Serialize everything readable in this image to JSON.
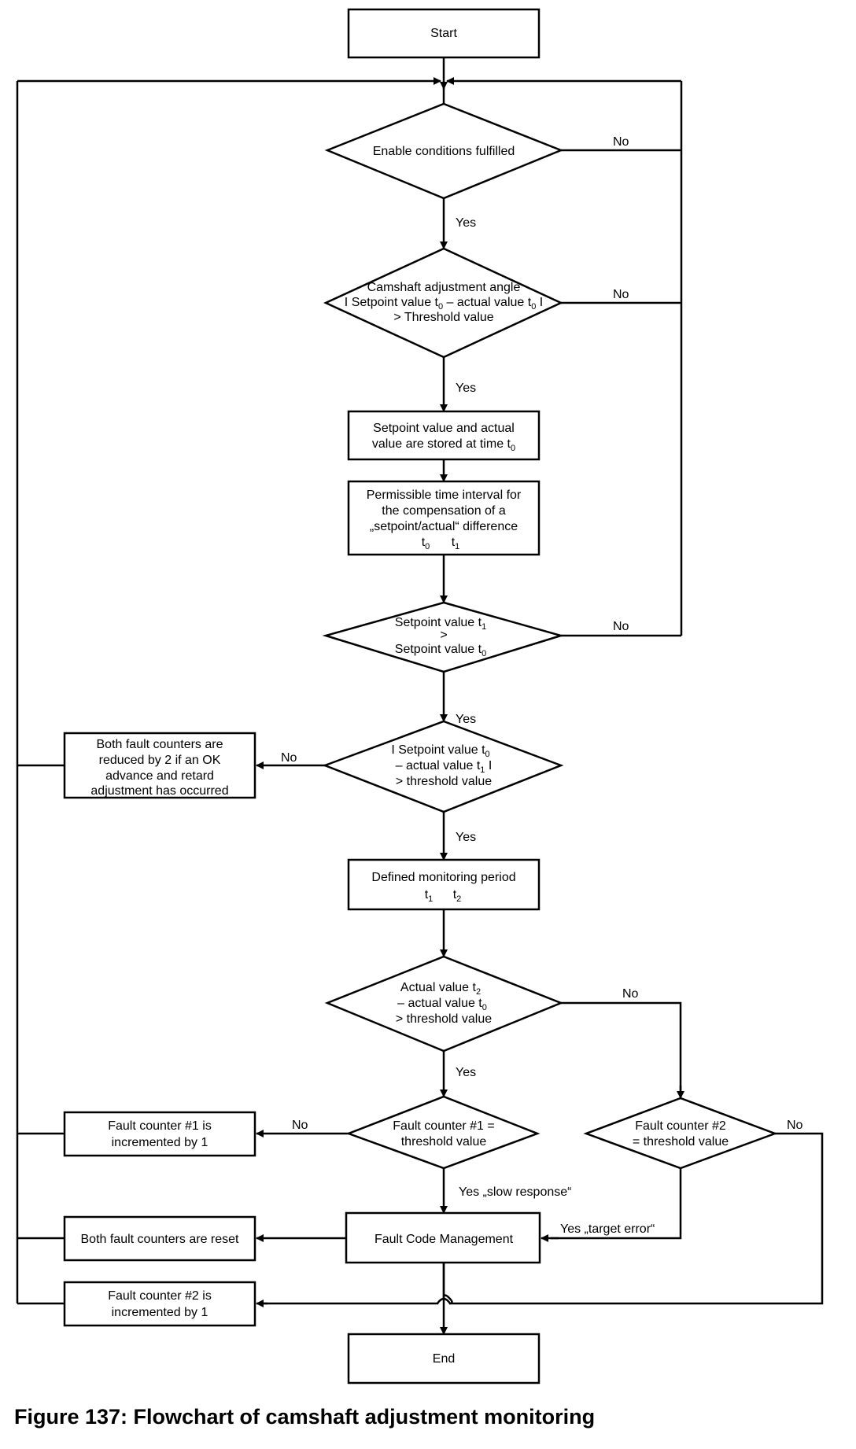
{
  "nodes": {
    "start": "Start",
    "enable": "Enable conditions fulfilled",
    "camshaft": {
      "l1": "Camshaft adjustment angle",
      "l2a": "I Setpoint value t",
      "l2s1": "0",
      "l2b": " – actual value t",
      "l2s2": "0",
      "l2c": " I",
      "l3": "> Threshold value"
    },
    "stored": {
      "l1": "Setpoint value and actual",
      "l2a": "value are stored at time t",
      "l2s": "0"
    },
    "interval": {
      "l1": "Permissible time interval for",
      "l2": "the compensation of a",
      "l3": "„setpoint/actual“ difference",
      "l4a": "t",
      "l4s1": "0",
      "l4b": "t",
      "l4s2": "1"
    },
    "setpoint_cmp": {
      "l1a": "Setpoint value t",
      "l1s": "1",
      "l2": ">",
      "l3a": "Setpoint value t",
      "l3s": "0"
    },
    "diff": {
      "l1a": "I Setpoint value t",
      "l1s": "0",
      "l2a": "– actual value t",
      "l2s": "1",
      "l2b": " I",
      "l3": "> threshold value"
    },
    "both_reduced": {
      "l1": "Both fault counters are",
      "l2": "reduced by 2 if an OK",
      "l3": "advance and retard",
      "l4": "adjustment has occurred"
    },
    "monitoring": {
      "l1": "Defined monitoring period",
      "l2a": "t",
      "l2s1": "1",
      "l2b": "t",
      "l2s2": "2"
    },
    "actual": {
      "l1a": "Actual value t",
      "l1s": "2",
      "l2a": "– actual value t",
      "l2s": "0",
      "l3": ">  threshold value"
    },
    "fc1_check": {
      "l1": "Fault counter #1 =",
      "l2": "threshold value"
    },
    "fc2_check": {
      "l1": "Fault counter #2",
      "l2": "= threshold value"
    },
    "fc1_inc": {
      "l1": "Fault counter #1 is",
      "l2": "incremented by 1"
    },
    "fault_mgmt": "Fault Code Management",
    "reset": "Both fault counters are reset",
    "fc2_inc": {
      "l1": "Fault counter #2 is",
      "l2": "incremented by 1"
    },
    "end": "End"
  },
  "edges": {
    "yes": "Yes",
    "no": "No",
    "slow_response": "Yes   „slow response“",
    "target_error": "Yes  „target error“"
  },
  "caption": "Figure 137: Flowchart of camshaft adjustment monitoring"
}
